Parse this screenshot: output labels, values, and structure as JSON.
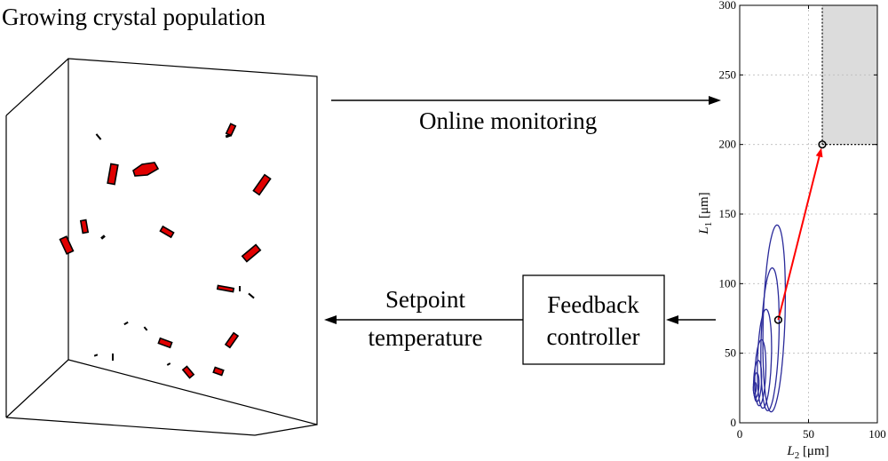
{
  "title": "Growing crystal population",
  "arrows": {
    "monitoring": "Online monitoring",
    "setpoint_line1": "Setpoint",
    "setpoint_line2": "temperature"
  },
  "controller": {
    "line1": "Feedback",
    "line2": "controller"
  },
  "plot": {
    "xlabel": "L",
    "xlabel_sub": "2",
    "xlabel_unit": " [μm]",
    "ylabel": "L",
    "ylabel_sub": "1",
    "ylabel_unit": " [μm]",
    "xlim": [
      0,
      100
    ],
    "ylim": [
      0,
      300
    ],
    "xticks": [
      "0",
      "50",
      "100"
    ],
    "yticks": [
      "0",
      "50",
      "100",
      "150",
      "200",
      "250",
      "300"
    ],
    "start_point": [
      28,
      74
    ],
    "target_point": [
      60,
      200
    ],
    "target_region": {
      "x_min": 60,
      "x_max": 100,
      "y_min": 200,
      "y_max": 300
    },
    "colors": {
      "contour": "#2a2a9a",
      "trajectory": "#ff0000",
      "region": "#dcdcdc"
    }
  },
  "colors": {
    "crystal": "#e00000"
  }
}
